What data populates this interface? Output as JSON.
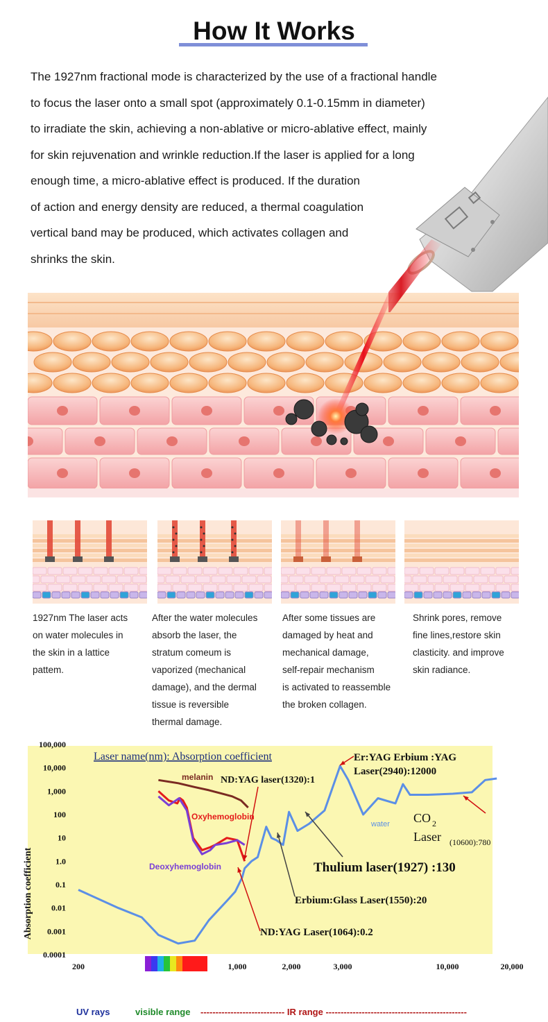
{
  "header": {
    "title": "How It Works"
  },
  "intro": {
    "lines": [
      "The 1927nm fractional mode is characterized by the use of a fractional handle",
      "to focus the laser onto a small spot (approximately 0.1-0.15mm in diameter)",
      "to irradiate the skin, achieving a non-ablative or micro-ablative effect, mainly",
      "for skin rejuvenation and wrinkle reduction.If the laser is applied for a long",
      "enough time, a micro-ablative effect is produced. If the duration",
      "of action and energy density are reduced, a thermal coagulation",
      "vertical band may be produced, which activates collagen and",
      " shrinks the skin."
    ]
  },
  "steps": [
    {
      "lines": [
        "1927nm The laser acts",
        " on water molecules in",
        "the skin in a lattice",
        "pattem."
      ]
    },
    {
      "lines": [
        "After the water molecules",
        "absorb the laser, the",
        "stratum comeum is",
        "vaporized (mechanical",
        "damage), and the dermal",
        "tissue is reversible",
        "thermal damage."
      ]
    },
    {
      "lines": [
        "After some tissues are",
        "damaged by heat and",
        "mechanical damage,",
        "self-repair mechanism",
        "is activated to reassemble",
        "the broken collagen."
      ]
    },
    {
      "lines": [
        "Shrink pores, remove",
        "fine lines,restore skin",
        "clasticity. and improve",
        "skin radiance."
      ]
    }
  ],
  "colors": {
    "accent_underline": "#7f8fd8",
    "chart_bg": "#fbf7b2",
    "water": "#5b8fe6",
    "melanin": "#7a2a22",
    "oxyhemoglobin": "#e41b1b",
    "deoxyhemoglobin": "#7a3fd6",
    "annotation_red": "#d01010",
    "uv_label": "#1c2f9c",
    "visible_label": "#1f8a2a"
  },
  "chart_data": {
    "type": "line",
    "title": "Laser name(nm): Absorption coefficient",
    "ylabel": "Absorption coefficient",
    "xlabel": "",
    "yscale": "log",
    "xscale": "log",
    "ylim": [
      0.0001,
      100000
    ],
    "xlim": [
      200,
      20000
    ],
    "y_ticks": [
      "100,000",
      "10,000",
      "1,000",
      "100",
      "10",
      "1.0",
      "0.1",
      "0.01",
      "0.001",
      "0.0001"
    ],
    "x_ticks": [
      "200",
      "1,000",
      "2,000",
      "3,000",
      "10,000",
      "20,000"
    ],
    "series": [
      {
        "name": "water",
        "x": [
          200,
          300,
          380,
          450,
          550,
          650,
          750,
          900,
          980,
          1064,
          1100,
          1200,
          1300,
          1450,
          1550,
          1650,
          1800,
          1940,
          2100,
          2300,
          2600,
          2940,
          3200,
          3800,
          4500,
          5500,
          6000,
          6500,
          8000,
          10600,
          13000,
          15000,
          17000
        ],
        "y": [
          0.06,
          0.01,
          0.004,
          0.0007,
          0.0003,
          0.0004,
          0.003,
          0.02,
          0.05,
          0.2,
          0.5,
          1.0,
          1.5,
          30,
          10,
          8,
          5,
          130,
          20,
          40,
          150,
          12000,
          3000,
          100,
          500,
          300,
          2000,
          700,
          700,
          780,
          900,
          3000,
          3500
        ]
      },
      {
        "name": "melanin",
        "x": [
          450,
          550,
          650,
          750,
          850,
          950,
          1050,
          1150
        ],
        "y": [
          3000,
          2200,
          1500,
          1100,
          800,
          600,
          400,
          200
        ]
      },
      {
        "name": "Oxyhemoglobin",
        "x": [
          450,
          500,
          545,
          560,
          577,
          600,
          640,
          700,
          760,
          800,
          900,
          1000,
          1100
        ],
        "y": [
          1000,
          400,
          300,
          500,
          400,
          200,
          10,
          3,
          4,
          5,
          10,
          8,
          1.0
        ]
      },
      {
        "name": "Deoxyhemoglobin",
        "x": [
          450,
          500,
          555,
          600,
          640,
          700,
          760,
          800,
          900,
          1000,
          1100
        ],
        "y": [
          600,
          250,
          500,
          150,
          8,
          2,
          3,
          5,
          6,
          8,
          5
        ]
      }
    ],
    "annotations": [
      {
        "text": "Er:YAG Erbium :YAG",
        "text2": "Laser(2940):12000"
      },
      {
        "text": "ND:YAG laser(1320):1"
      },
      {
        "text": "Thulium laser(1927) :130"
      },
      {
        "text": "Erbium:Glass Laser(1550):20"
      },
      {
        "text": "ND:YAG Laser(1064):0.2"
      },
      {
        "text": "CO",
        "sub": "2",
        "text2": "Laser",
        "sub2": "(10600):780"
      }
    ],
    "series_labels": {
      "melanin": "melanin",
      "oxy": "Oxyhemoglobin",
      "deoxy": "Deoxyhemoglobin",
      "water": "water"
    },
    "band_labels": {
      "uv": "UV rays",
      "visible": "visible range",
      "ir": "---------------------------- IR range -----------------------------------------------"
    }
  }
}
